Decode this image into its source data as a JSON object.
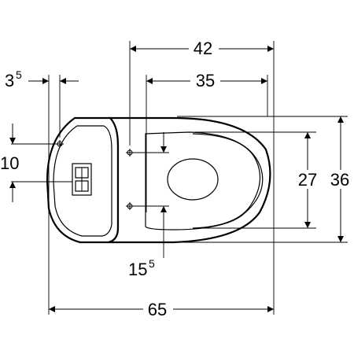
{
  "dimensions": {
    "d42": "42",
    "d35": "35",
    "d3_5_main": "3",
    "d3_5_sup": "5",
    "d10": "10",
    "d27": "27",
    "d36": "36",
    "d15_5_main": "15",
    "d15_5_sup": "5",
    "d65": "65"
  }
}
